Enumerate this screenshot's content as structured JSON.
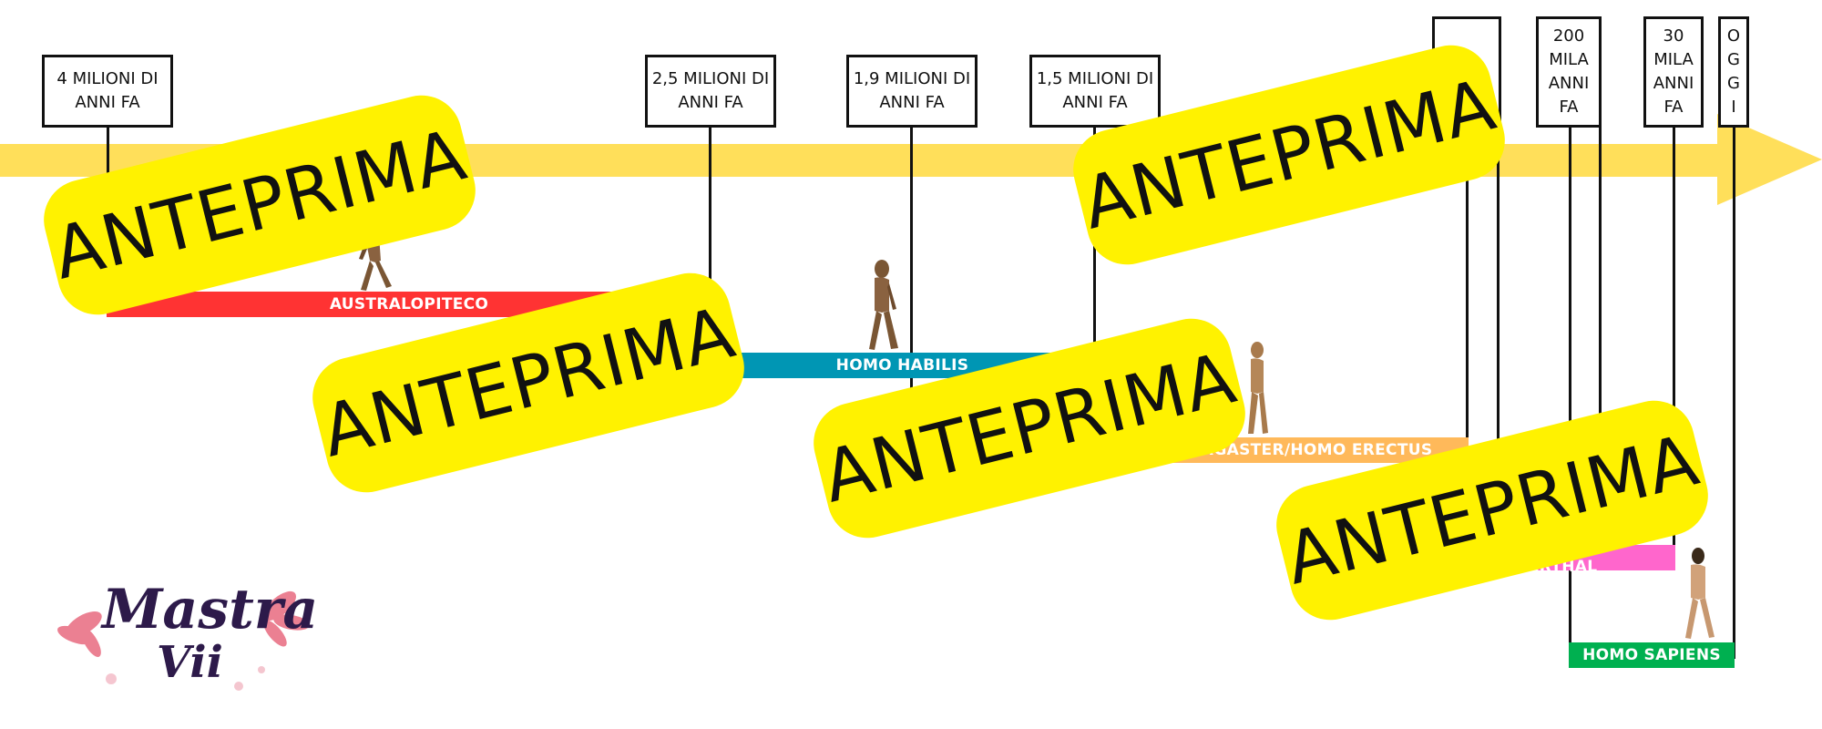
{
  "timeline": {
    "markers": [
      {
        "id": "m4m",
        "label": "4 MILIONI DI\nANNI FA"
      },
      {
        "id": "m25m",
        "label": "2,5 MILIONI DI\nANNI FA"
      },
      {
        "id": "m19m",
        "label": "1,9 MILIONI DI\nANNI FA"
      },
      {
        "id": "m15m",
        "label": "1,5 MILIONI DI\nANNI FA"
      },
      {
        "id": "m200k",
        "label": "200\nMILA\nANNI\nFA"
      },
      {
        "id": "m30k",
        "label": "30\nMILA\nANNI\nFA"
      },
      {
        "id": "today",
        "label": "O\nG\nG\nI"
      }
    ],
    "species": [
      {
        "id": "australopiteco",
        "label": "AUSTRALOPITECO",
        "color": "#FF3333"
      },
      {
        "id": "habilis",
        "label": "HOMO HABILIS",
        "color": "#0096B4"
      },
      {
        "id": "erectus",
        "label": "HOMO ERGASTER/HOMO ERECTUS",
        "color": "#FFB95A"
      },
      {
        "id": "neanderthal",
        "label": "HOMO DI NEANDERTHAL",
        "color": "#FF66CC"
      },
      {
        "id": "sapiens",
        "label": "HOMO SAPIENS",
        "color": "#00B050"
      }
    ],
    "arrow_color": "#FFDF5A"
  },
  "watermark": {
    "text": "ANTEPRIMA",
    "color": "#FFF200"
  },
  "logo": {
    "line1": "Mastra",
    "line2": "Vii"
  }
}
